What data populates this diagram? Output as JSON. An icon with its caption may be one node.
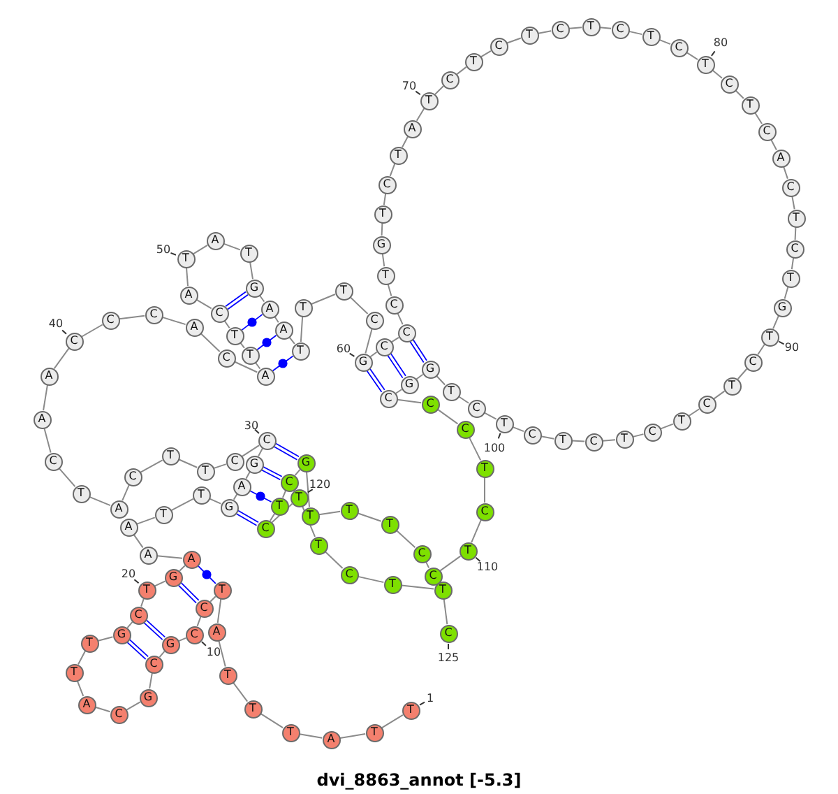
{
  "diagram": {
    "title": "dvi_8863_annot [-5.3]",
    "nodes": [
      {
        "text": [
          "T"
        ],
        "beside": [
          "1"
        ]
      },
      {
        "text": [
          "T"
        ]
      },
      {
        "text": [
          "A"
        ]
      },
      {
        "text": [
          "T"
        ]
      },
      {
        "text": [
          "T"
        ]
      },
      {
        "text": [
          "T"
        ]
      },
      {
        "text": [
          "A"
        ]
      },
      {
        "text": [
          "T"
        ]
      },
      {
        "text": [
          "C"
        ]
      },
      {
        "text": [
          "C"
        ],
        "beside": [
          "10"
        ]
      },
      {
        "text": [
          "G"
        ]
      },
      {
        "text": [
          "C"
        ]
      },
      {
        "text": [
          "G"
        ]
      },
      {
        "text": [
          "C"
        ]
      },
      {
        "text": [
          "A"
        ]
      },
      {
        "text": [
          "T"
        ]
      },
      {
        "text": [
          "T"
        ]
      },
      {
        "text": [
          "G"
        ]
      },
      {
        "text": [
          "C"
        ]
      },
      {
        "text": [
          "T"
        ],
        "beside": [
          "20"
        ]
      },
      {
        "text": [
          "G"
        ]
      },
      {
        "text": [
          "A"
        ]
      },
      {
        "text": [
          "A"
        ]
      },
      {
        "text": [
          "A"
        ]
      },
      {
        "text": [
          "T"
        ]
      },
      {
        "text": [
          "T"
        ]
      },
      {
        "text": [
          "G"
        ]
      },
      {
        "text": [
          "A"
        ]
      },
      {
        "text": [
          "G"
        ]
      },
      {
        "text": [
          "C"
        ],
        "beside": [
          "30"
        ]
      },
      {
        "text": [
          "C"
        ]
      },
      {
        "text": [
          "T"
        ]
      },
      {
        "text": [
          "T"
        ]
      },
      {
        "text": [
          "C"
        ]
      },
      {
        "text": [
          "A"
        ]
      },
      {
        "text": [
          "T"
        ]
      },
      {
        "text": [
          "C"
        ]
      },
      {
        "text": [
          "A"
        ]
      },
      {
        "text": [
          "A"
        ]
      },
      {
        "text": [
          "C"
        ],
        "beside": [
          "40"
        ]
      },
      {
        "text": [
          "C"
        ]
      },
      {
        "text": [
          "C"
        ]
      },
      {
        "text": [
          "A"
        ]
      },
      {
        "text": [
          "C"
        ]
      },
      {
        "text": [
          "A"
        ]
      },
      {
        "text": [
          "T"
        ]
      },
      {
        "text": [
          "T"
        ]
      },
      {
        "text": [
          "C"
        ]
      },
      {
        "text": [
          "A"
        ]
      },
      {
        "text": [
          "T"
        ],
        "beside": [
          "50"
        ]
      },
      {
        "text": [
          "A"
        ]
      },
      {
        "text": [
          "T"
        ]
      },
      {
        "text": [
          "G"
        ]
      },
      {
        "text": [
          "A"
        ]
      },
      {
        "text": [
          "A"
        ]
      },
      {
        "text": [
          "T"
        ]
      },
      {
        "text": [
          "T"
        ]
      },
      {
        "text": [
          "T"
        ]
      },
      {
        "text": [
          "C"
        ]
      },
      {
        "text": [
          "G"
        ],
        "beside": [
          "60"
        ]
      },
      {
        "text": [
          "C"
        ]
      },
      {
        "text": [
          "C"
        ]
      },
      {
        "text": [
          "C"
        ]
      },
      {
        "text": [
          "T"
        ]
      },
      {
        "text": [
          "G"
        ]
      },
      {
        "text": [
          "T"
        ]
      },
      {
        "text": [
          "C"
        ]
      },
      {
        "text": [
          "T"
        ]
      },
      {
        "text": [
          "A"
        ]
      },
      {
        "text": [
          "T"
        ],
        "beside": [
          "70"
        ]
      },
      {
        "text": [
          "C"
        ]
      },
      {
        "text": [
          "T"
        ]
      },
      {
        "text": [
          "C"
        ]
      },
      {
        "text": [
          "T"
        ]
      },
      {
        "text": [
          "C"
        ]
      },
      {
        "text": [
          "T"
        ]
      },
      {
        "text": [
          "C"
        ]
      },
      {
        "text": [
          "T"
        ]
      },
      {
        "text": [
          "C"
        ]
      },
      {
        "text": [
          "T"
        ],
        "beside": [
          "80"
        ]
      },
      {
        "text": [
          "C"
        ]
      },
      {
        "text": [
          "T"
        ]
      },
      {
        "text": [
          "C"
        ]
      },
      {
        "text": [
          "A"
        ]
      },
      {
        "text": [
          "C"
        ]
      },
      {
        "text": [
          "T"
        ]
      },
      {
        "text": [
          "C"
        ]
      },
      {
        "text": [
          "T"
        ]
      },
      {
        "text": [
          "G"
        ]
      },
      {
        "text": [
          "T"
        ],
        "beside": [
          "90"
        ]
      },
      {
        "text": [
          "C"
        ]
      },
      {
        "text": [
          "T"
        ]
      },
      {
        "text": [
          "C"
        ]
      },
      {
        "text": [
          "T"
        ]
      },
      {
        "text": [
          "C"
        ]
      },
      {
        "text": [
          "T"
        ]
      },
      {
        "text": [
          "C"
        ]
      },
      {
        "text": [
          "T"
        ]
      },
      {
        "text": [
          "C"
        ]
      },
      {
        "text": [
          "T"
        ],
        "beside": [
          "100"
        ]
      },
      {
        "text": [
          "C"
        ]
      },
      {
        "text": [
          "T"
        ]
      },
      {
        "text": [
          "G"
        ]
      },
      {
        "text": [
          "G"
        ]
      },
      {
        "text": [
          "C"
        ]
      },
      {
        "text": [
          "C"
        ]
      },
      {
        "text": [
          "C"
        ]
      },
      {
        "text": [
          "T"
        ]
      },
      {
        "text": [
          "C"
        ]
      },
      {
        "text": [
          "T"
        ],
        "beside": [
          "110"
        ]
      },
      {
        "text": [
          "C"
        ]
      },
      {
        "text": [
          "C"
        ]
      },
      {
        "text": [
          "T"
        ]
      },
      {
        "text": [
          "T"
        ]
      },
      {
        "text": [
          "T"
        ]
      },
      {
        "text": [
          "G"
        ]
      },
      {
        "text": [
          "C"
        ]
      },
      {
        "text": [
          "T"
        ]
      },
      {
        "text": [
          "C"
        ]
      },
      {
        "text": [
          "T"
        ],
        "beside": [
          "120"
        ]
      },
      {
        "text": [
          "T"
        ]
      },
      {
        "text": [
          "C"
        ]
      },
      {
        "text": [
          "T"
        ]
      },
      {
        "text": [
          "T"
        ]
      },
      {
        "text": [
          "C"
        ],
        "beside": [
          "125"
        ]
      }
    ],
    "edges": [
      {
        "from": 0,
        "to": 1,
        "arrow": "none"
      },
      {
        "from": 1,
        "to": 2,
        "arrow": "none"
      },
      {
        "from": 2,
        "to": 3,
        "arrow": "none"
      },
      {
        "from": 3,
        "to": 4,
        "arrow": "none"
      },
      {
        "from": 4,
        "to": 5,
        "arrow": "none"
      },
      {
        "from": 5,
        "to": 6,
        "arrow": "none"
      },
      {
        "from": 6,
        "to": 7,
        "arrow": "none"
      },
      {
        "from": 7,
        "to": 8,
        "arrow": "none"
      },
      {
        "from": 8,
        "to": 9,
        "arrow": "none"
      },
      {
        "from": 9,
        "to": 10,
        "arrow": "none"
      },
      {
        "from": 10,
        "to": 11,
        "arrow": "none"
      },
      {
        "from": 11,
        "to": 12,
        "arrow": "none"
      },
      {
        "from": 12,
        "to": 13,
        "arrow": "none"
      },
      {
        "from": 13,
        "to": 14,
        "arrow": "none"
      },
      {
        "from": 14,
        "to": 15,
        "arrow": "none"
      },
      {
        "from": 15,
        "to": 16,
        "arrow": "none"
      },
      {
        "from": 16,
        "to": 17,
        "arrow": "none"
      },
      {
        "from": 17,
        "to": 18,
        "arrow": "none"
      },
      {
        "from": 18,
        "to": 19,
        "arrow": "none"
      },
      {
        "from": 19,
        "to": 20,
        "arrow": "none"
      },
      {
        "from": 20,
        "to": 21,
        "arrow": "none"
      },
      {
        "from": 21,
        "to": 22,
        "arrow": "none"
      },
      {
        "from": 22,
        "to": 23,
        "arrow": "none"
      },
      {
        "from": 23,
        "to": 24,
        "arrow": "none"
      },
      {
        "from": 24,
        "to": 25,
        "arrow": "none"
      },
      {
        "from": 25,
        "to": 26,
        "arrow": "none"
      },
      {
        "from": 26,
        "to": 27,
        "arrow": "none"
      },
      {
        "from": 27,
        "to": 28,
        "arrow": "none"
      },
      {
        "from": 28,
        "to": 29,
        "arrow": "none"
      },
      {
        "from": 29,
        "to": 30,
        "arrow": "none"
      },
      {
        "from": 30,
        "to": 31,
        "arrow": "none"
      },
      {
        "from": 31,
        "to": 32,
        "arrow": "none"
      },
      {
        "from": 32,
        "to": 33,
        "arrow": "none"
      },
      {
        "from": 33,
        "to": 34,
        "arrow": "none"
      },
      {
        "from": 34,
        "to": 35,
        "arrow": "none"
      },
      {
        "from": 35,
        "to": 36,
        "arrow": "none"
      },
      {
        "from": 36,
        "to": 37,
        "arrow": "none"
      },
      {
        "from": 37,
        "to": 38,
        "arrow": "none"
      },
      {
        "from": 38,
        "to": 39,
        "arrow": "none"
      },
      {
        "from": 39,
        "to": 40,
        "arrow": "none"
      },
      {
        "from": 40,
        "to": 41,
        "arrow": "none"
      },
      {
        "from": 41,
        "to": 42,
        "arrow": "none"
      },
      {
        "from": 42,
        "to": 43,
        "arrow": "none"
      },
      {
        "from": 43,
        "to": 44,
        "arrow": "none"
      },
      {
        "from": 44,
        "to": 45,
        "arrow": "none"
      },
      {
        "from": 45,
        "to": 46,
        "arrow": "none"
      },
      {
        "from": 46,
        "to": 47,
        "arrow": "none"
      },
      {
        "from": 47,
        "to": 48,
        "arrow": "none"
      },
      {
        "from": 48,
        "to": 49,
        "arrow": "none"
      },
      {
        "from": 49,
        "to": 50,
        "arrow": "none"
      },
      {
        "from": 50,
        "to": 51,
        "arrow": "none"
      },
      {
        "from": 51,
        "to": 52,
        "arrow": "none"
      },
      {
        "from": 52,
        "to": 53,
        "arrow": "none"
      },
      {
        "from": 53,
        "to": 54,
        "arrow": "none"
      },
      {
        "from": 54,
        "to": 55,
        "arrow": "none"
      },
      {
        "from": 55,
        "to": 56,
        "arrow": "none"
      },
      {
        "from": 56,
        "to": 57,
        "arrow": "none"
      },
      {
        "from": 57,
        "to": 58,
        "arrow": "none"
      },
      {
        "from": 58,
        "to": 59,
        "arrow": "none"
      },
      {
        "from": 59,
        "to": 60,
        "arrow": "none"
      },
      {
        "from": 60,
        "to": 61,
        "arrow": "none"
      },
      {
        "from": 61,
        "to": 62,
        "arrow": "none"
      },
      {
        "from": 62,
        "to": 63,
        "arrow": "none"
      },
      {
        "from": 63,
        "to": 64,
        "arrow": "none"
      },
      {
        "from": 64,
        "to": 65,
        "arrow": "none"
      },
      {
        "from": 65,
        "to": 66,
        "arrow": "none"
      },
      {
        "from": 66,
        "to": 67,
        "arrow": "none"
      },
      {
        "from": 67,
        "to": 68,
        "arrow": "none"
      },
      {
        "from": 68,
        "to": 69,
        "arrow": "none"
      },
      {
        "from": 69,
        "to": 70,
        "arrow": "none"
      },
      {
        "from": 70,
        "to": 71,
        "arrow": "none"
      },
      {
        "from": 71,
        "to": 72,
        "arrow": "none"
      },
      {
        "from": 72,
        "to": 73,
        "arrow": "none"
      },
      {
        "from": 73,
        "to": 74,
        "arrow": "none"
      },
      {
        "from": 74,
        "to": 75,
        "arrow": "none"
      },
      {
        "from": 75,
        "to": 76,
        "arrow": "none"
      },
      {
        "from": 76,
        "to": 77,
        "arrow": "none"
      },
      {
        "from": 77,
        "to": 78,
        "arrow": "none"
      },
      {
        "from": 78,
        "to": 79,
        "arrow": "none"
      },
      {
        "from": 79,
        "to": 80,
        "arrow": "none"
      },
      {
        "from": 80,
        "to": 81,
        "arrow": "none"
      },
      {
        "from": 81,
        "to": 82,
        "arrow": "none"
      },
      {
        "from": 82,
        "to": 83,
        "arrow": "none"
      },
      {
        "from": 83,
        "to": 84,
        "arrow": "none"
      },
      {
        "from": 84,
        "to": 85,
        "arrow": "none"
      },
      {
        "from": 85,
        "to": 86,
        "arrow": "none"
      },
      {
        "from": 86,
        "to": 87,
        "arrow": "none"
      },
      {
        "from": 87,
        "to": 88,
        "arrow": "none"
      },
      {
        "from": 88,
        "to": 89,
        "arrow": "none"
      },
      {
        "from": 89,
        "to": 90,
        "arrow": "none"
      },
      {
        "from": 90,
        "to": 91,
        "arrow": "none"
      },
      {
        "from": 91,
        "to": 92,
        "arrow": "none"
      },
      {
        "from": 92,
        "to": 93,
        "arrow": "none"
      },
      {
        "from": 93,
        "to": 94,
        "arrow": "none"
      },
      {
        "from": 94,
        "to": 95,
        "arrow": "none"
      },
      {
        "from": 95,
        "to": 96,
        "arrow": "none"
      },
      {
        "from": 96,
        "to": 97,
        "arrow": "none"
      },
      {
        "from": 97,
        "to": 98,
        "arrow": "none"
      },
      {
        "from": 98,
        "to": 99,
        "arrow": "none"
      },
      {
        "from": 99,
        "to": 100,
        "arrow": "none"
      },
      {
        "from": 100,
        "to": 101,
        "arrow": "none"
      },
      {
        "from": 101,
        "to": 102,
        "arrow": "none"
      },
      {
        "from": 102,
        "to": 103,
        "arrow": "none"
      },
      {
        "from": 103,
        "to": 104,
        "arrow": "none"
      },
      {
        "from": 104,
        "to": 105,
        "arrow": "none"
      },
      {
        "from": 105,
        "to": 106,
        "arrow": "none"
      },
      {
        "from": 106,
        "to": 107,
        "arrow": "none"
      },
      {
        "from": 107,
        "to": 108,
        "arrow": "none"
      },
      {
        "from": 108,
        "to": 109,
        "arrow": "none"
      },
      {
        "from": 109,
        "to": 110,
        "arrow": "none"
      },
      {
        "from": 110,
        "to": 111,
        "arrow": "none"
      },
      {
        "from": 111,
        "to": 112,
        "arrow": "none"
      },
      {
        "from": 112,
        "to": 113,
        "arrow": "none"
      },
      {
        "from": 113,
        "to": 114,
        "arrow": "none"
      },
      {
        "from": 114,
        "to": 115,
        "arrow": "none"
      },
      {
        "from": 115,
        "to": 116,
        "arrow": "none"
      },
      {
        "from": 116,
        "to": 117,
        "arrow": "none"
      },
      {
        "from": 117,
        "to": 118,
        "arrow": "none"
      },
      {
        "from": 118,
        "to": 119,
        "arrow": "none"
      },
      {
        "from": 119,
        "to": 120,
        "arrow": "none"
      },
      {
        "from": 120,
        "to": 121,
        "arrow": "none"
      },
      {
        "from": 121,
        "to": 122,
        "arrow": "none"
      },
      {
        "from": 122,
        "to": 123,
        "arrow": "none"
      },
      {
        "from": 123,
        "to": 124,
        "arrow": "none"
      },
      {
        "from": 8,
        "to": 20,
        "arrow": "none",
        "color": "#0000ff"
      },
      {
        "from": 10,
        "to": 18,
        "arrow": "none",
        "color": "#0000ff"
      },
      {
        "from": 11,
        "to": 17,
        "arrow": "none",
        "color": "#0000ff"
      },
      {
        "from": 7,
        "to": 21,
        "arrow": "none",
        "color": "#0000ff"
      },
      {
        "from": 26,
        "to": 118,
        "arrow": "none",
        "color": "#0000ff"
      },
      {
        "from": 27,
        "to": 117,
        "arrow": "none",
        "color": "#0000ff"
      },
      {
        "from": 28,
        "to": 116,
        "arrow": "none",
        "color": "#0000ff"
      },
      {
        "from": 29,
        "to": 115,
        "arrow": "none",
        "color": "#0000ff"
      },
      {
        "from": 44,
        "to": 55,
        "arrow": "none",
        "color": "#0000ff"
      },
      {
        "from": 45,
        "to": 54,
        "arrow": "none",
        "color": "#0000ff"
      },
      {
        "from": 46,
        "to": 53,
        "arrow": "none",
        "color": "#0000ff"
      },
      {
        "from": 47,
        "to": 52,
        "arrow": "none",
        "color": "#0000ff"
      },
      {
        "from": 59,
        "to": 104,
        "arrow": "none",
        "color": "#0000ff"
      },
      {
        "from": 60,
        "to": 103,
        "arrow": "none",
        "color": "#0000ff"
      },
      {
        "from": 61,
        "to": 102,
        "arrow": "none",
        "color": "#0000ff"
      }
    ]
  }
}
